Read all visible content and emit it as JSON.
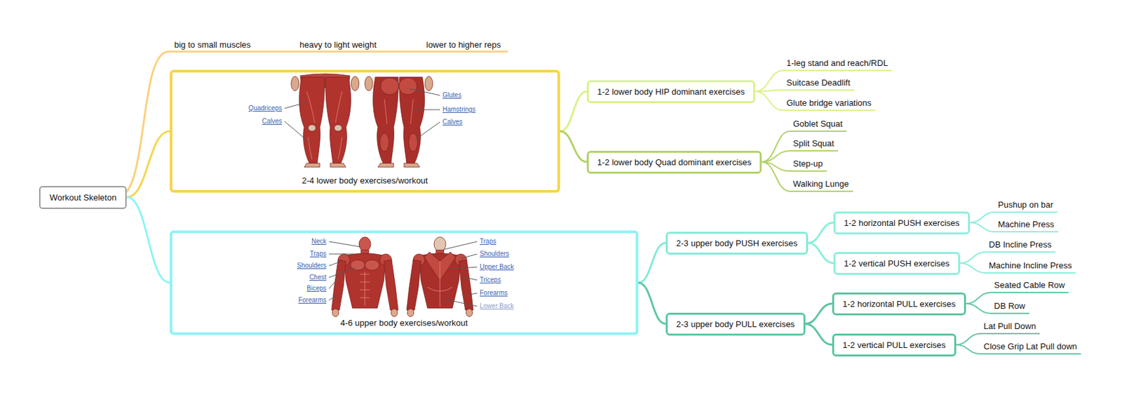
{
  "diagram": {
    "nodes": [
      {
        "text": [
          "Workout Skeleton"
        ]
      },
      {
        "text": [
          "2-4 lower body exercises/workout"
        ]
      },
      {
        "text": [
          "1-2 lower body HIP dominant exercises"
        ]
      },
      {
        "text": [
          "1-leg stand and reach/RDL"
        ]
      },
      {
        "text": [
          "Suitcase Deadlift"
        ]
      },
      {
        "text": [
          "Glute bridge variations"
        ]
      },
      {
        "text": [
          "1-2 lower body Quad dominant exercises"
        ]
      },
      {
        "text": [
          "Goblet Squat"
        ]
      },
      {
        "text": [
          "Split Squat"
        ]
      },
      {
        "text": [
          "Step-up"
        ]
      },
      {
        "text": [
          "Walking Lunge"
        ]
      },
      {
        "text": [
          "4-6 upper body exercises/workout"
        ]
      },
      {
        "text": [
          "2-3 upper body PUSH exercises"
        ]
      },
      {
        "text": [
          "1-2 horizontal PUSH exercises"
        ]
      },
      {
        "text": [
          "Pushup on bar"
        ]
      },
      {
        "text": [
          "Machine Press"
        ]
      },
      {
        "text": [
          "1-2 vertical PUSH exercises"
        ]
      },
      {
        "text": [
          "DB Incline Press"
        ]
      },
      {
        "text": [
          "Machine Incline Press"
        ]
      },
      {
        "text": [
          "2-3 upper body PULL exercises"
        ]
      },
      {
        "text": [
          "1-2 horizontal PULL exercises"
        ]
      },
      {
        "text": [
          "Seated Cable Row"
        ]
      },
      {
        "text": [
          "DB Row"
        ]
      },
      {
        "text": [
          "1-2 vertical PULL exercises"
        ]
      },
      {
        "text": [
          "Lat Pull Down"
        ]
      },
      {
        "text": [
          "Close Grip Lat Pull down"
        ]
      }
    ],
    "edges": [
      {
        "from": 0,
        "to": 1,
        "arrow": "none"
      },
      {
        "from": 0,
        "to": 11,
        "arrow": "none"
      },
      {
        "from": 1,
        "to": 2,
        "arrow": "none"
      },
      {
        "from": 1,
        "to": 6,
        "arrow": "none"
      },
      {
        "from": 2,
        "to": 3,
        "arrow": "none"
      },
      {
        "from": 2,
        "to": 4,
        "arrow": "none"
      },
      {
        "from": 2,
        "to": 5,
        "arrow": "none"
      },
      {
        "from": 6,
        "to": 7,
        "arrow": "none"
      },
      {
        "from": 6,
        "to": 8,
        "arrow": "none"
      },
      {
        "from": 6,
        "to": 9,
        "arrow": "none"
      },
      {
        "from": 6,
        "to": 10,
        "arrow": "none"
      },
      {
        "from": 11,
        "to": 12,
        "arrow": "none"
      },
      {
        "from": 11,
        "to": 19,
        "arrow": "none"
      },
      {
        "from": 12,
        "to": 13,
        "arrow": "none"
      },
      {
        "from": 12,
        "to": 16,
        "arrow": "none"
      },
      {
        "from": 13,
        "to": 14,
        "arrow": "none"
      },
      {
        "from": 13,
        "to": 15,
        "arrow": "none"
      },
      {
        "from": 16,
        "to": 17,
        "arrow": "none"
      },
      {
        "from": 16,
        "to": 18,
        "arrow": "none"
      },
      {
        "from": 19,
        "to": 20,
        "arrow": "none"
      },
      {
        "from": 19,
        "to": 23,
        "arrow": "none"
      },
      {
        "from": 20,
        "to": 21,
        "arrow": "none"
      },
      {
        "from": 20,
        "to": 22,
        "arrow": "none"
      },
      {
        "from": 23,
        "to": 24,
        "arrow": "none"
      },
      {
        "from": 23,
        "to": 25,
        "arrow": "none"
      }
    ],
    "labels": [
      "big to small muscles",
      "heavy to light weight",
      "lower to higher reps",
      "Quadriceps",
      "Calves",
      "Glutes",
      "Hamstrings",
      "Calves",
      "Neck",
      "Traps",
      "Shoulders",
      "Chest",
      "Biceps",
      "Forearms",
      "Traps",
      "Shoulders",
      "Upper Back",
      "Triceps",
      "Forearms",
      "Lower Back"
    ]
  }
}
